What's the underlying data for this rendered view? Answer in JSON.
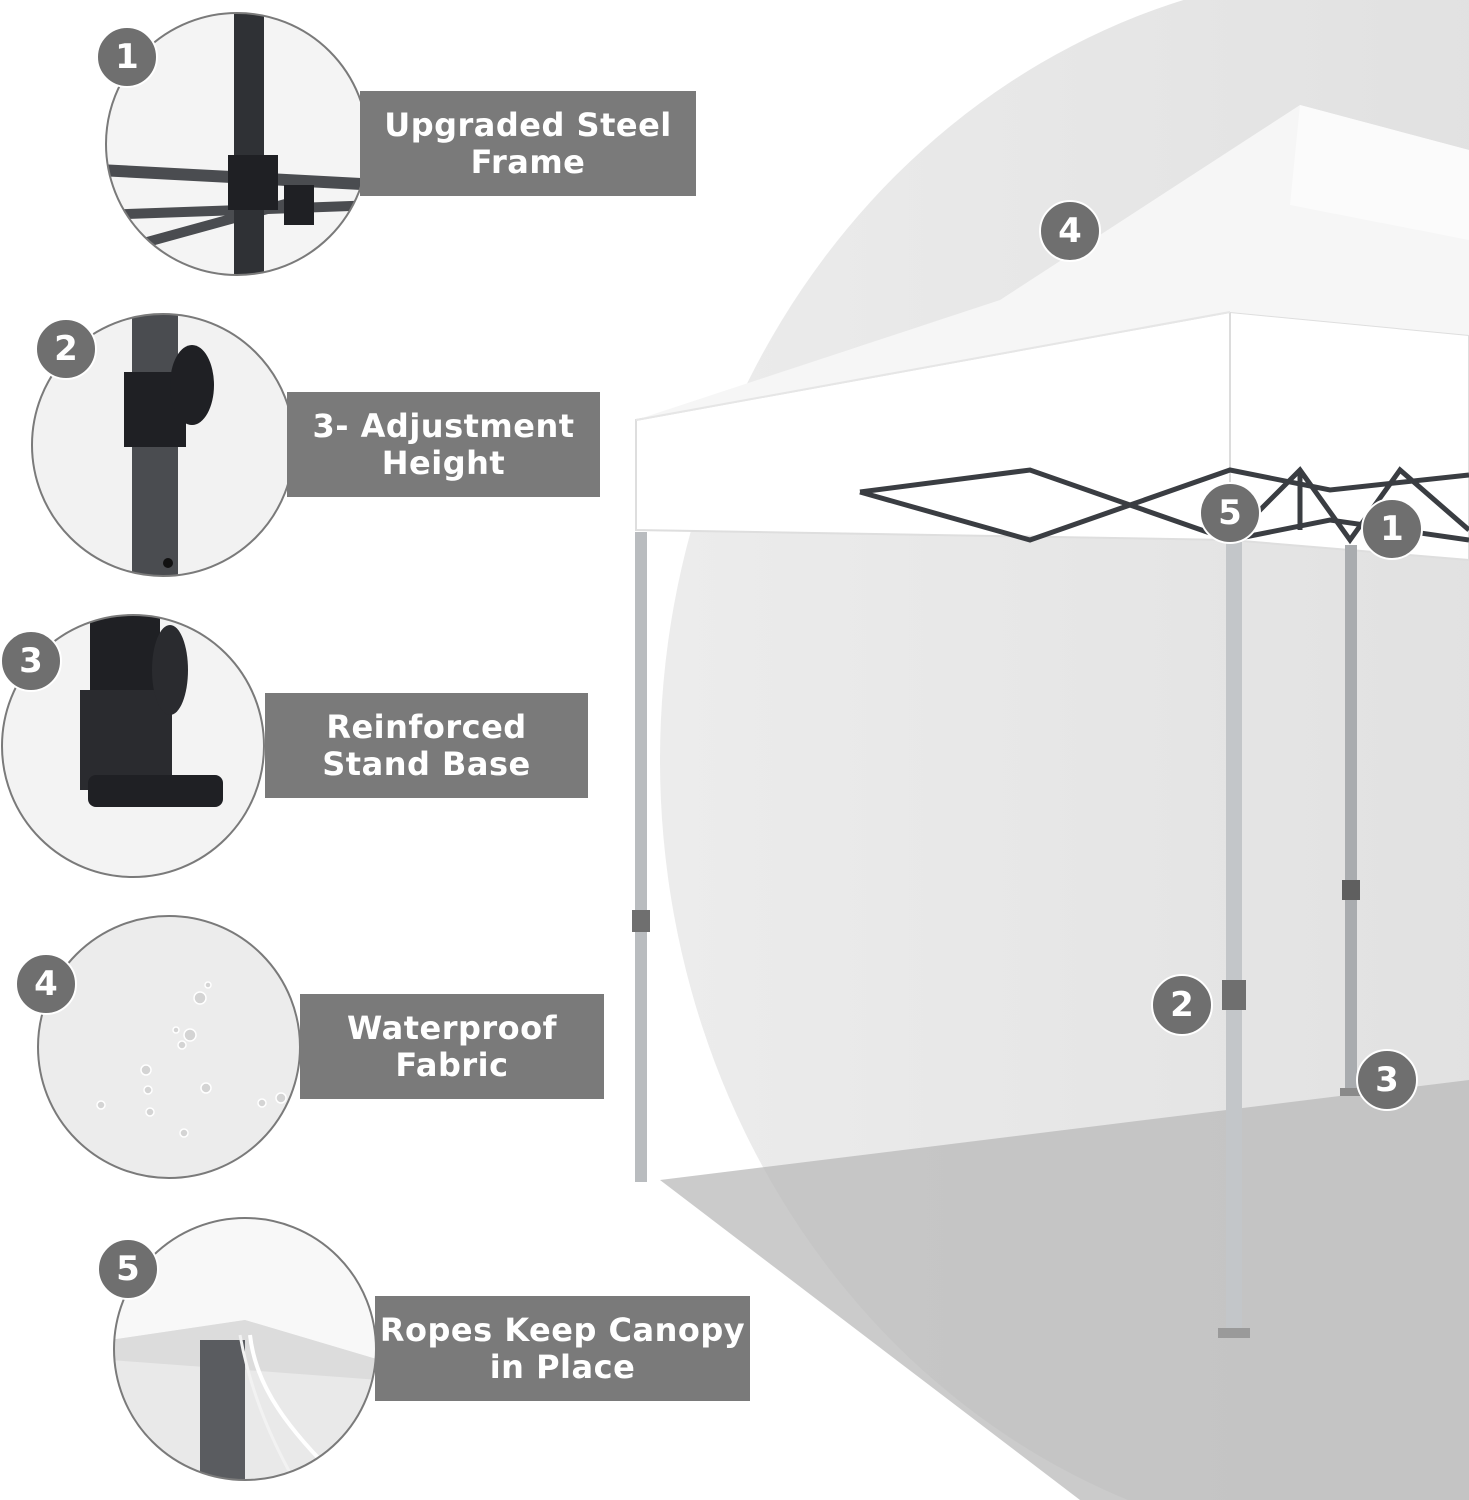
{
  "features": [
    {
      "number": "1",
      "label": "Upgraded Steel\nFrame"
    },
    {
      "number": "2",
      "label": "3- Adjustment\nHeight"
    },
    {
      "number": "3",
      "label": "Reinforced\nStand Base"
    },
    {
      "number": "4",
      "label": "Waterproof\nFabric"
    },
    {
      "number": "5",
      "label": "Ropes Keep Canopy\nin Place"
    }
  ],
  "product_callouts": [
    "4",
    "5",
    "1",
    "2",
    "3"
  ],
  "colors": {
    "label_bg": "#7a7a7a",
    "badge_bg": "#6f6f6f",
    "backdrop": "#e2e2e2",
    "canopy": "#ffffff",
    "frame": "#3a3d42",
    "legs": "#b9bcbf"
  }
}
